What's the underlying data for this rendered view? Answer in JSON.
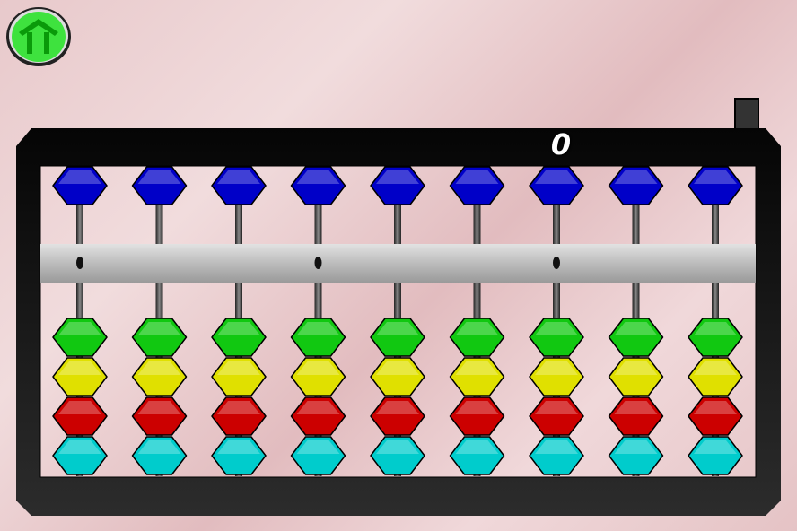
{
  "home_button": {
    "icon": "home-icon",
    "color": "#3ee23e"
  },
  "abacus": {
    "display_value": "0",
    "rods": 9,
    "heaven_beads_per_rod": 1,
    "earth_beads_per_rod": 4,
    "unit_marker_rods": [
      1,
      4,
      7
    ],
    "colors": {
      "frame": "#111111",
      "beam": "#bdbdbd",
      "heaven_bead": "#0000c8",
      "earth_beads": [
        "#11c811",
        "#e0e000",
        "#cc0000",
        "#00cccc"
      ]
    }
  }
}
